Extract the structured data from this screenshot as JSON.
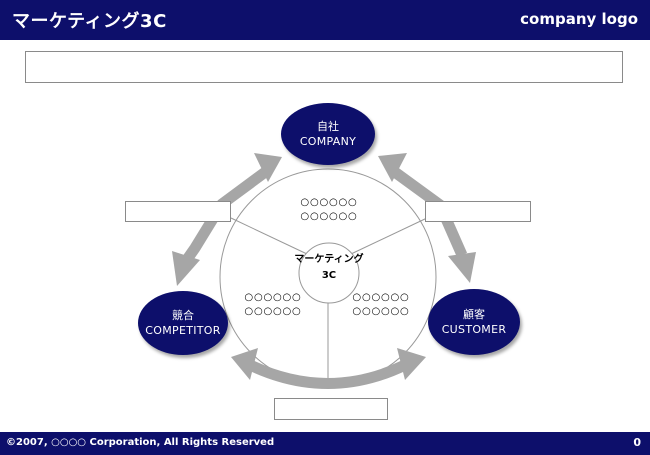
{
  "header": {
    "title": "マーケティング3C",
    "logo": "company logo"
  },
  "diagram": {
    "center": {
      "line1": "マーケティング",
      "line2": "3C"
    },
    "nodes": {
      "company": {
        "jp": "自社",
        "en": "COMPANY"
      },
      "competitor": {
        "jp": "競合",
        "en": "COMPETITOR"
      },
      "customer": {
        "jp": "顧客",
        "en": "CUSTOMER"
      }
    },
    "segments": {
      "top": {
        "line1": "○○○○○○",
        "line2": "○○○○○○"
      },
      "left": {
        "line1": "○○○○○○",
        "line2": "○○○○○○"
      },
      "right": {
        "line1": "○○○○○○",
        "line2": "○○○○○○"
      }
    }
  },
  "footer": {
    "copyright": "©2007, ○○○○ Corporation, All Rights Reserved",
    "page": "0"
  },
  "colors": {
    "navy": "#0d0f6b",
    "arrow": "#a6a6a6",
    "outline": "#8a8a8a"
  }
}
